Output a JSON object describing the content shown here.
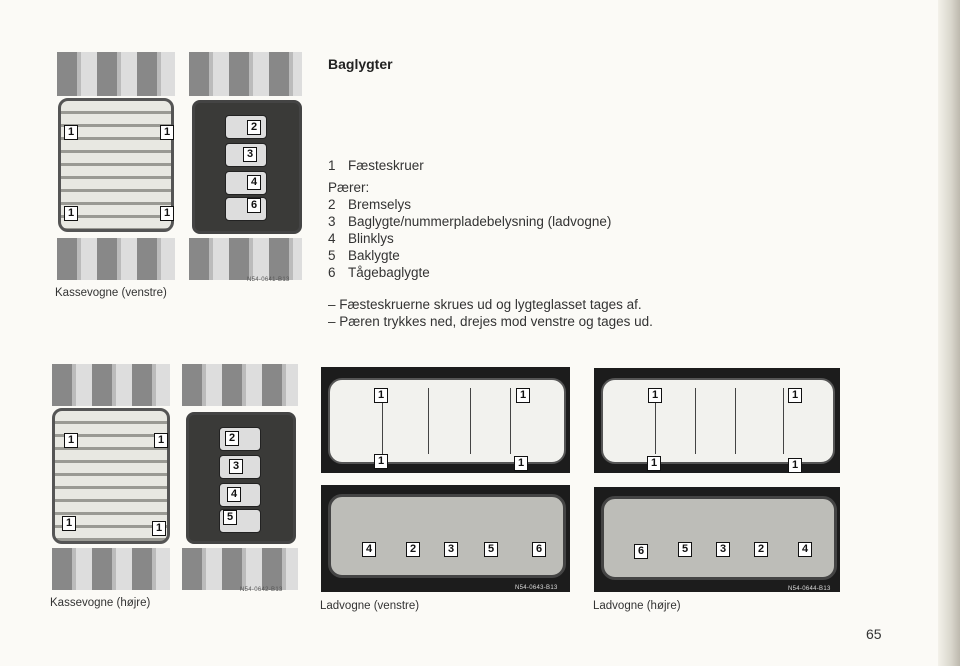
{
  "title": "Baglygter",
  "legend": {
    "item1": {
      "num": "1",
      "label": "Fæsteskruer"
    },
    "bulbs_heading": "Pærer:",
    "bulbs": [
      {
        "num": "2",
        "label": "Bremselys"
      },
      {
        "num": "3",
        "label": "Baglygte/nummerpladebelysning (ladvogne)"
      },
      {
        "num": "4",
        "label": "Blinklys"
      },
      {
        "num": "5",
        "label": "Baklygte"
      },
      {
        "num": "6",
        "label": "Tågebaglygte"
      }
    ]
  },
  "steps": [
    "– Fæsteskruerne skrues ud og lygteglasset tages af.",
    "– Pæren trykkes ned, drejes mod venstre og tages ud."
  ],
  "figures": [
    {
      "caption": "Kassevogne (venstre)",
      "code": "N54-0641-B13",
      "callouts": [
        "1",
        "1",
        "1",
        "1",
        "2",
        "3",
        "4",
        "6"
      ]
    },
    {
      "caption": "Kassevogne (højre)",
      "code": "N54-0642-B13",
      "callouts": [
        "1",
        "1",
        "1",
        "1",
        "2",
        "3",
        "4",
        "5"
      ]
    },
    {
      "caption": "Ladvogne (venstre)",
      "code": "N54-0643-B13",
      "callouts": [
        "1",
        "1",
        "1",
        "1",
        "4",
        "2",
        "3",
        "5",
        "6"
      ]
    },
    {
      "caption": "Ladvogne (højre)",
      "code": "N54-0644-B13",
      "callouts": [
        "1",
        "1",
        "1",
        "1",
        "6",
        "5",
        "3",
        "2",
        "4"
      ]
    }
  ],
  "page_number": "65"
}
